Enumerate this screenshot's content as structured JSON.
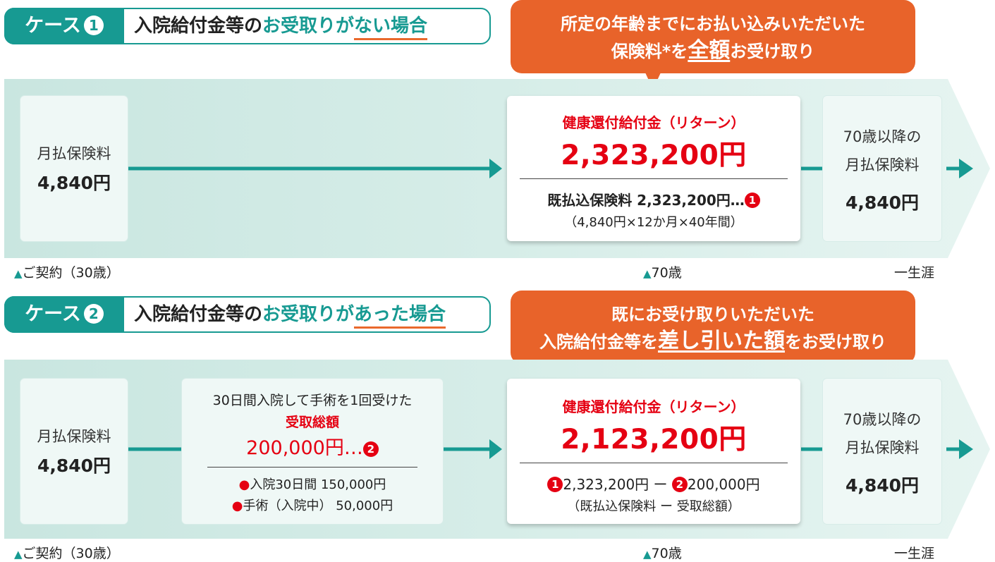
{
  "case1": {
    "tag_label": "ケース",
    "tag_num": "1",
    "title_part1": "入院給付金等の",
    "title_part2": "お受取りが",
    "title_part3": "ない場合",
    "callout_line1": "所定の年齢までにお払い込みいただいた",
    "callout_line2_a": "保険料",
    "callout_line2_star": "*",
    "callout_line2_b": "を",
    "callout_line2_big": "全額",
    "callout_line2_c": "お受け取り",
    "box1_label": "月払保険料",
    "box1_value": "4,840円",
    "return_heading": "健康還付給付金（リターン）",
    "return_amount": "2,323,200円",
    "paid_label": "既払込保険料 2,323,200円…",
    "paid_num": "1",
    "paid_formula": "（4,840円×12か月×40年間）",
    "after_label1": "70歳以降の",
    "after_label2": "月払保険料",
    "after_value": "4,840円",
    "tl_start": "ご契約（30歳）",
    "tl_mid": "70歳",
    "tl_end": "一生涯"
  },
  "case2": {
    "tag_label": "ケース",
    "tag_num": "2",
    "title_part1": "入院給付金等の",
    "title_part2": "お受取りが",
    "title_part3": "あった場合",
    "callout_line1": "既にお受け取りいただいた",
    "callout_line2_a": "入院給付金等を",
    "callout_line2_big": "差し引いた額",
    "callout_line2_c": "をお受け取り",
    "box1_label": "月払保険料",
    "box1_value": "4,840円",
    "received_line1": "30日間入院して手術を1回受けた",
    "received_heading": "受取総額",
    "received_amount": "200,000円…",
    "received_num": "2",
    "item1_dot": "●",
    "item1": "入院30日間 150,000円",
    "item2_dot": "●",
    "item2": "手術（入院中） 50,000円",
    "return_heading": "健康還付給付金（リターン）",
    "return_amount": "2,123,200円",
    "calc_num1": "1",
    "calc_val1": "2,323,200円 ー ",
    "calc_num2": "2",
    "calc_val2": "200,000円",
    "calc_note": "（既払込保険料 ー 受取総額）",
    "after_label1": "70歳以降の",
    "after_label2": "月払保険料",
    "after_value": "4,840円",
    "tl_start": "ご契約（30歳）",
    "tl_mid": "70歳",
    "tl_end": "一生涯"
  },
  "colors": {
    "teal": "#179a92",
    "orange": "#e8632a",
    "red": "#e50012",
    "band": "#d3ebe6"
  }
}
